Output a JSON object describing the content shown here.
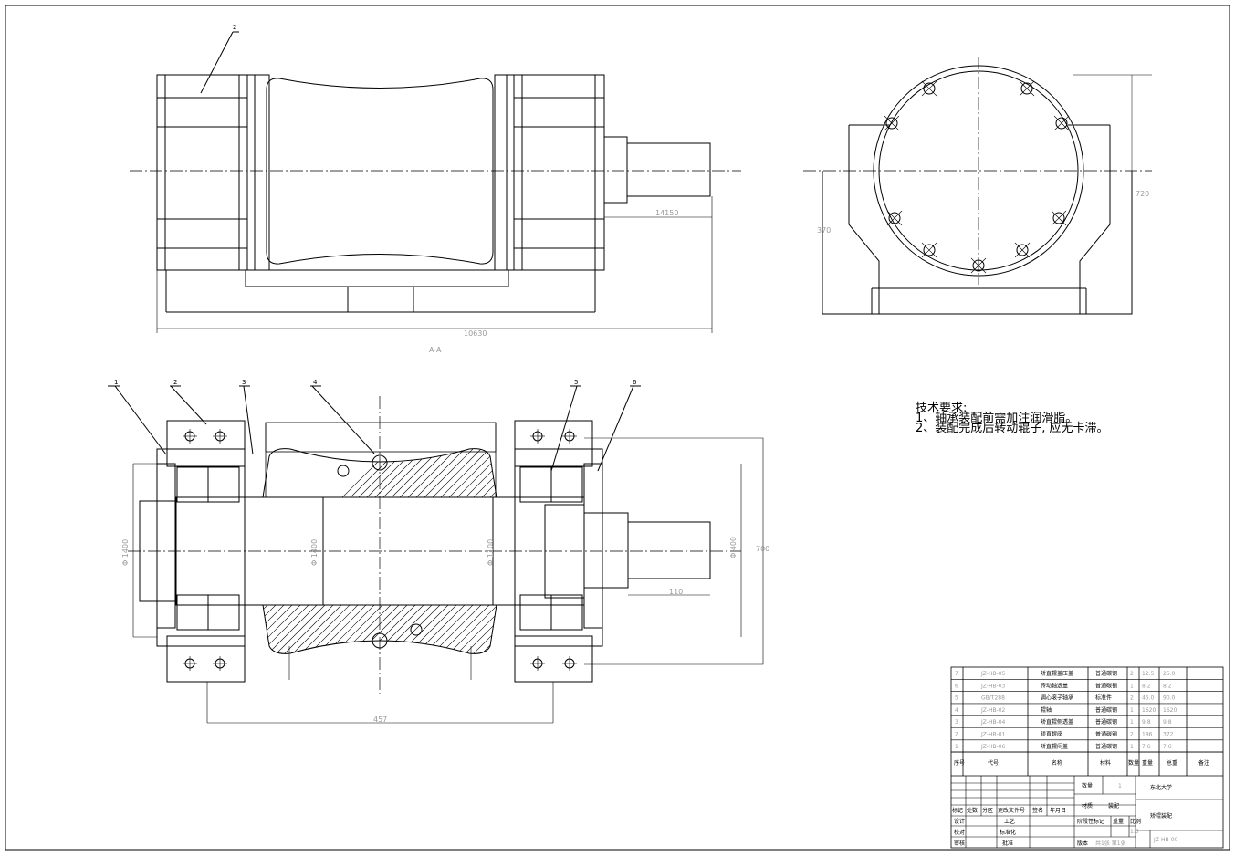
{
  "dimensions": {
    "top_shaft": "14150",
    "top_overall": "10630",
    "section_label": "A-A",
    "bore_d": "Φ 1400",
    "roller_d": "Φ 1400",
    "bearing_d": "Φ 1100",
    "shaft_end_d": "Φ 400",
    "span": "457",
    "shaft_len": "110",
    "height_right": "700",
    "side_h1": "370",
    "side_h2": "720"
  },
  "balloons": [
    "1",
    "2",
    "3",
    "4",
    "5",
    "6"
  ],
  "tech_requirements": {
    "title": "技术要求:",
    "items": [
      "1、轴承装配前需加注润滑脂。",
      "2、装配完成后转动辊子, 应无卡滞。"
    ]
  },
  "bom": {
    "rows": [
      {
        "no": "7",
        "code": "JZ-HB-05",
        "name": "矫直辊盖压盖",
        "material": "普通碳钢",
        "qty": "2",
        "weight": "12.5",
        "total": "25.0"
      },
      {
        "no": "6",
        "code": "JZ-HB-03",
        "name": "传动轴透盖",
        "material": "普通碳钢",
        "qty": "1",
        "weight": "8.2",
        "total": "8.2"
      },
      {
        "no": "5",
        "code": "GB/T288",
        "name": "调心滚子轴承",
        "material": "标准件",
        "qty": "2",
        "weight": "45.0",
        "total": "90.0"
      },
      {
        "no": "4",
        "code": "JZ-HB-02",
        "name": "辊轴",
        "material": "普通碳钢",
        "qty": "1",
        "weight": "1620",
        "total": "1620"
      },
      {
        "no": "3",
        "code": "JZ-HB-04",
        "name": "矫直辊侧透盖",
        "material": "普通碳钢",
        "qty": "1",
        "weight": "9.8",
        "total": "9.8"
      },
      {
        "no": "2",
        "code": "JZ-HB-01",
        "name": "矫直辊座",
        "material": "普通碳钢",
        "qty": "2",
        "weight": "186",
        "total": "372"
      },
      {
        "no": "1",
        "code": "JZ-HB-06",
        "name": "矫直辊闷盖",
        "material": "普通碳钢",
        "qty": "1",
        "weight": "7.6",
        "total": "7.6"
      }
    ],
    "headers": {
      "no": "序号",
      "code": "代号",
      "name": "名称",
      "material": "材料",
      "qty": "数量",
      "weight": "重量",
      "total": "总重",
      "remark": "备注"
    }
  },
  "title_block": {
    "qty_label": "数量",
    "qty_value": "1",
    "material_label": "材质",
    "material_value": "装配",
    "university": "东北大学",
    "drawing_name": "矫辊装配",
    "drawing_no": "JZ-HB-00",
    "col_labels": [
      "标记",
      "处数",
      "分区",
      "更改文件号",
      "签名",
      "年月日"
    ],
    "row_labels": [
      "设计",
      "校对",
      "审核"
    ],
    "std": "标准化",
    "craft": "工艺",
    "approve": "批准",
    "stage": "阶段性标记",
    "weight": "重量",
    "scale": "比例",
    "scale_value": "1:5",
    "sheet": "版本",
    "sheet_no": "共1张 第1张"
  }
}
